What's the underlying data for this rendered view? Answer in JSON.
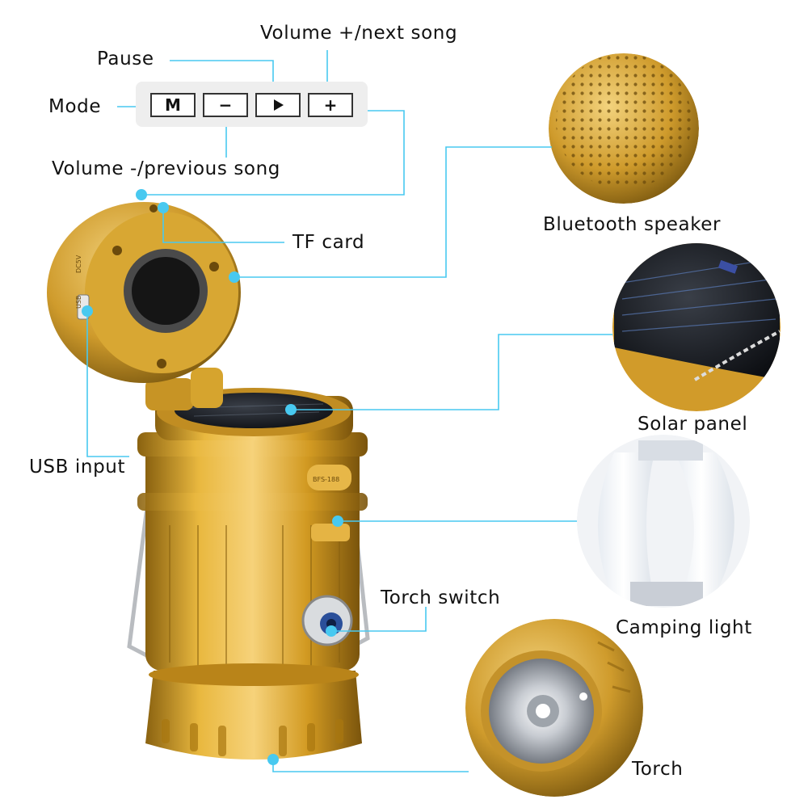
{
  "labels": {
    "volume_up": "Volume +/next song",
    "pause": "Pause",
    "mode": "Mode",
    "volume_down": "Volume -/previous song",
    "tf_card": "TF card",
    "bluetooth_speaker": "Bluetooth speaker",
    "usb_input": "USB input",
    "solar_panel": "Solar panel",
    "torch_switch": "Torch switch",
    "camping_light": "Camping light",
    "torch": "Torch"
  },
  "buttons": {
    "mode": "M",
    "minus": "−",
    "plus": "+"
  },
  "product_text": {
    "lid_usb": "USB",
    "lid_dc": "DC5V",
    "body_badge": "BFS-188"
  },
  "icons": {
    "play": "play-icon",
    "callout_dot": "callout-dot-icon"
  },
  "colors": {
    "callout": "#48c9f0",
    "gold": "#d7a22a",
    "gold_dark": "#8a6210",
    "gold_light": "#f4d06d"
  }
}
